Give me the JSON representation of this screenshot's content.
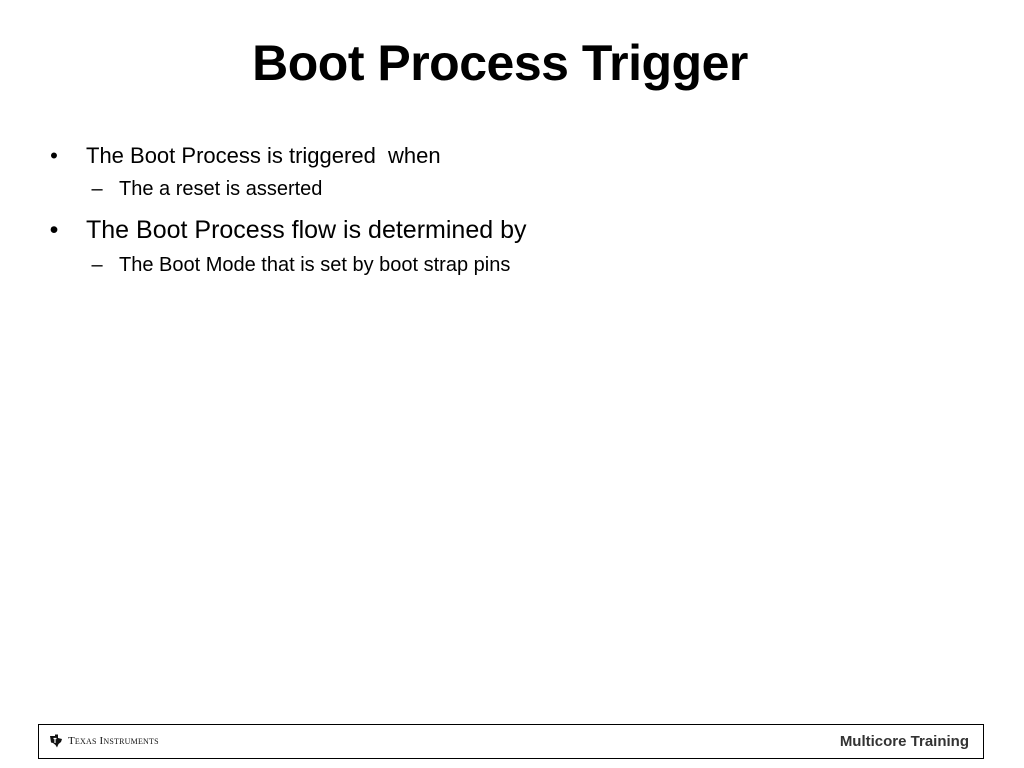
{
  "slide": {
    "title": "Boot Process Trigger",
    "bullets": [
      {
        "text": "The Boot Process is triggered  when",
        "marker": "•",
        "subitems": [
          {
            "text": "The a reset is asserted",
            "marker": "–"
          }
        ]
      },
      {
        "text": "The Boot Process flow is determined by",
        "marker": "•",
        "subitems": [
          {
            "text": "The Boot Mode that is set by boot strap pins",
            "marker": "–"
          }
        ]
      }
    ]
  },
  "footer": {
    "logo_text": "Texas Instruments",
    "logo_icon": "ti-state-logo-icon",
    "label": "Multicore Training"
  }
}
